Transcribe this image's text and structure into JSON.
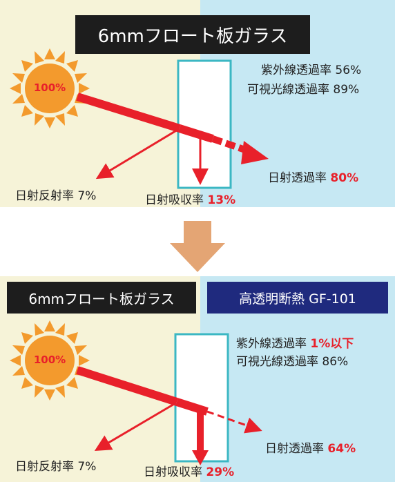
{
  "colors": {
    "left_bg": "#f6f3d8",
    "right_bg": "#c6e8f3",
    "glass_stroke": "#3bb7c3",
    "arrow_red": "#e8202a",
    "sun": "#f39a2d",
    "title_black": "#1d1d1d",
    "title_navy": "#1f2a7e",
    "down_arrow": "#e4a574"
  },
  "top": {
    "title": "6mmフロート板ガラス",
    "sun_label": "100%",
    "uv_label": "紫外線透過率",
    "uv_value": "56%",
    "vis_label": "可視光線透過率",
    "vis_value": "89%",
    "reflect_label": "日射反射率",
    "reflect_value": "7%",
    "absorb_label": "日射吸収率",
    "absorb_value": "13%",
    "trans_label": "日射透過率",
    "trans_value": "80%"
  },
  "bottom": {
    "title_left": "6mmフロート板ガラス",
    "title_right": "高透明断熱 GF-101",
    "sun_label": "100%",
    "uv_label": "紫外線透過率",
    "uv_value": "1%以下",
    "vis_label": "可視光線透過率",
    "vis_value": "86%",
    "reflect_label": "日射反射率",
    "reflect_value": "7%",
    "absorb_label": "日射吸収率",
    "absorb_value": "29%",
    "trans_label": "日射透過率",
    "trans_value": "64%"
  }
}
